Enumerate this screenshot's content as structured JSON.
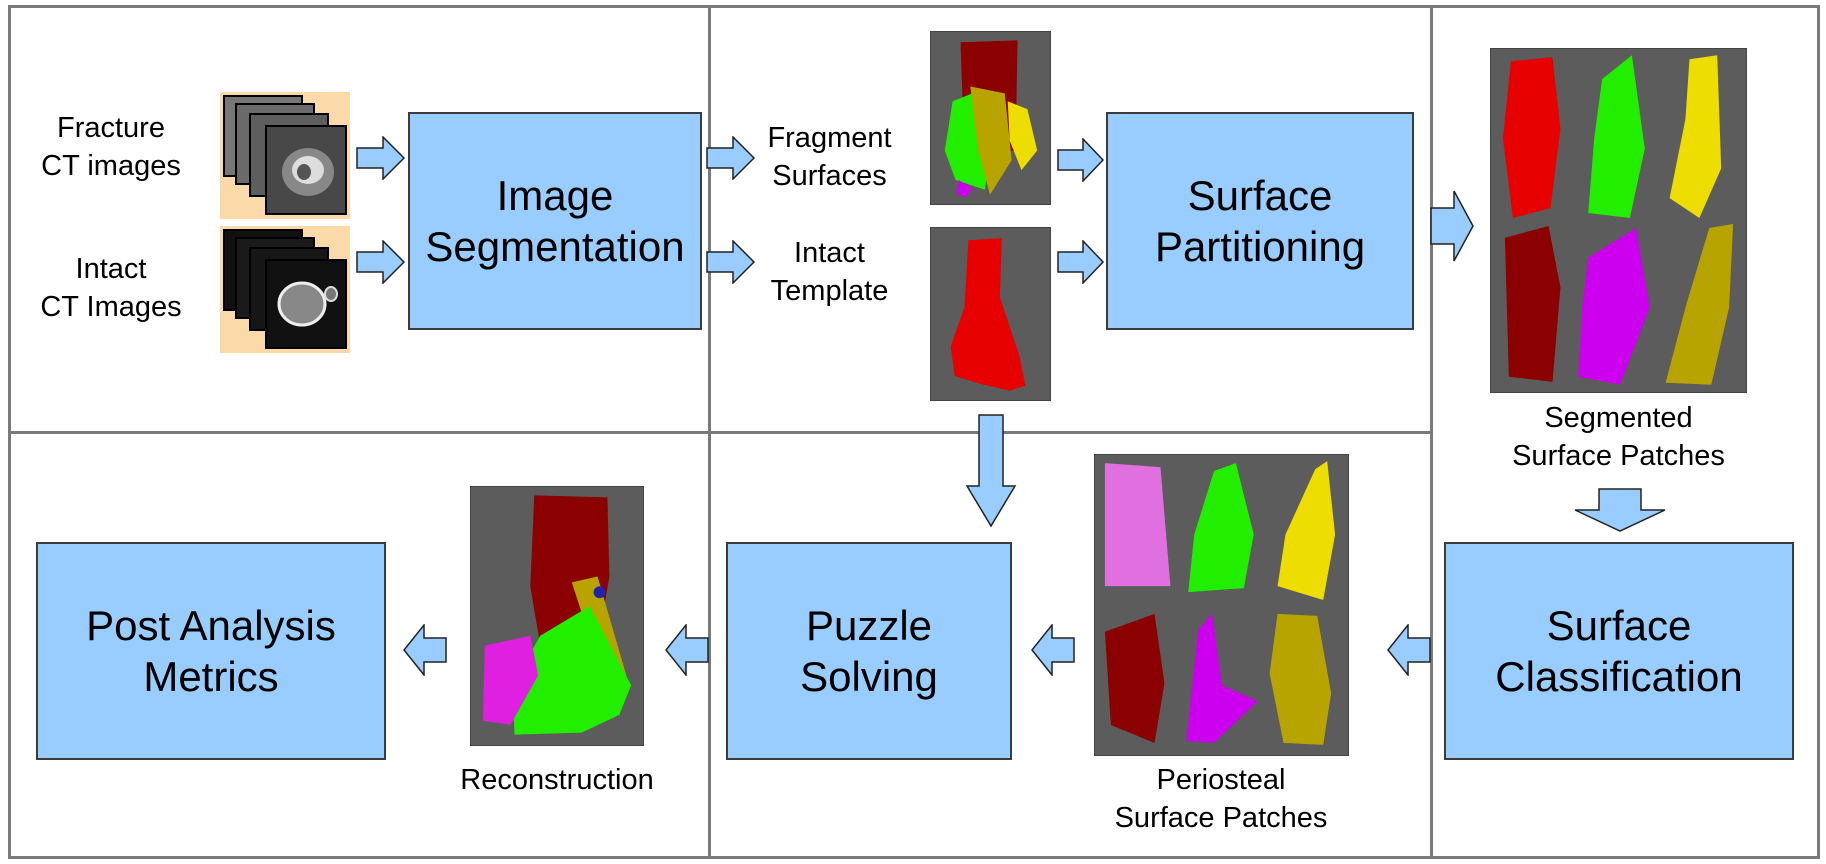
{
  "input": {
    "fracture_label": [
      "Fracture",
      "CT images"
    ],
    "intact_label": [
      "Intact",
      "CT Images"
    ]
  },
  "steps": {
    "image_segmentation": [
      "Image",
      "Segmentation"
    ],
    "surface_partitioning": [
      "Surface",
      "Partitioning"
    ],
    "surface_classification": [
      "Surface",
      "Classification"
    ],
    "puzzle_solving": [
      "Puzzle",
      "Solving"
    ],
    "post_analysis": [
      "Post Analysis",
      "Metrics"
    ]
  },
  "outputs": {
    "fragment_surfaces": [
      "Fragment",
      "Surfaces"
    ],
    "intact_template": [
      "Intact",
      "Template"
    ],
    "segmented_patches": [
      "Segmented",
      "Surface Patches"
    ],
    "periosteal_patches": [
      "Periosteal",
      "Surface Patches"
    ],
    "reconstruction": "Reconstruction"
  },
  "colors": {
    "box_fill": "#99ccff",
    "arrow_fill": "#99ccff",
    "panel_border": "#7a7a7a",
    "thumb_bg": "#5c5c5c",
    "ct_bg": "#fcd9a8",
    "red": "#e60000",
    "dark_red": "#8b0000",
    "green": "#22ee00",
    "yellow": "#eedd00",
    "olive": "#b8a400",
    "magenta": "#cc00ee",
    "pink": "#e070e0"
  }
}
